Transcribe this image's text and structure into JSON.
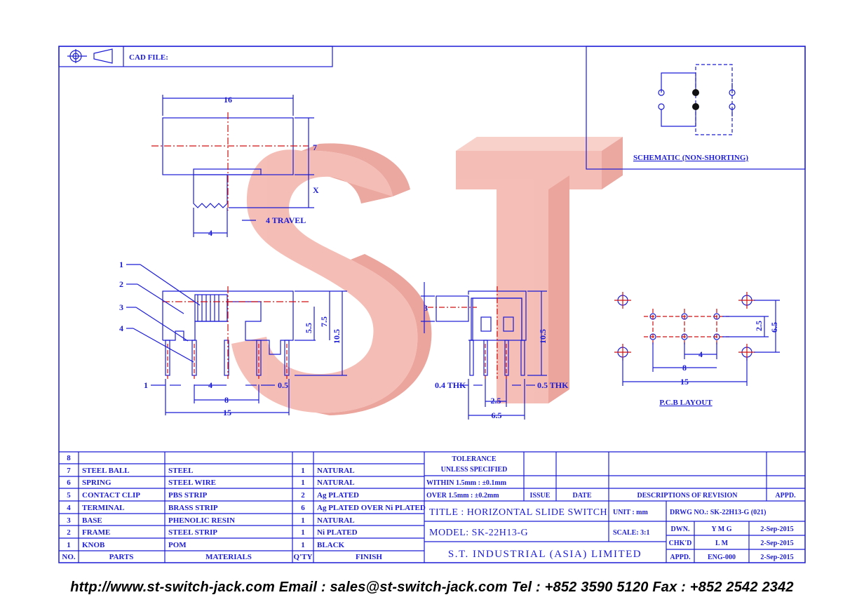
{
  "header": {
    "cad_file_label": "CAD FILE:"
  },
  "schematic": {
    "caption": "SCHEMATIC (NON-SHORTING)"
  },
  "pcb": {
    "caption": "P.C.B LAYOUT",
    "dims": [
      "2.5",
      "6.5",
      "4",
      "8",
      "15"
    ]
  },
  "top_view": {
    "dims": [
      "16",
      "7",
      "X",
      "4",
      "4 TRAVEL"
    ]
  },
  "front_view": {
    "callouts": [
      "1",
      "2",
      "3",
      "4"
    ],
    "dims": [
      "5.5",
      "7.5",
      "10.5",
      "1",
      "4",
      "0.5",
      "8",
      "15"
    ]
  },
  "side_view": {
    "dims": [
      "3",
      "10.5",
      "0.4 THK",
      "0.5 THK",
      "2.5",
      "6.5"
    ]
  },
  "watermark": {
    "text": "ST",
    "color": "#f2a9a0"
  },
  "parts_table": {
    "headers": {
      "no": "NO.",
      "parts": "PARTS",
      "materials": "MATERIALS",
      "qty": "Q'TY",
      "finish": "FINISH"
    },
    "rows": [
      {
        "no": "8",
        "part": "",
        "material": "",
        "qty": "",
        "finish": ""
      },
      {
        "no": "7",
        "part": "STEEL BALL",
        "material": "STEEL",
        "qty": "1",
        "finish": "NATURAL"
      },
      {
        "no": "6",
        "part": "SPRING",
        "material": "STEEL WIRE",
        "qty": "1",
        "finish": "NATURAL"
      },
      {
        "no": "5",
        "part": "CONTACT CLIP",
        "material": "PBS STRIP",
        "qty": "2",
        "finish": "Ag PLATED"
      },
      {
        "no": "4",
        "part": "TERMINAL",
        "material": "BRASS STRIP",
        "qty": "6",
        "finish": "Ag PLATED OVER Ni PLATED"
      },
      {
        "no": "3",
        "part": "BASE",
        "material": "PHENOLIC RESIN",
        "qty": "1",
        "finish": "NATURAL"
      },
      {
        "no": "2",
        "part": "FRAME",
        "material": "STEEL STRIP",
        "qty": "1",
        "finish": "Ni PLATED"
      },
      {
        "no": "1",
        "part": "KNOB",
        "material": "POM",
        "qty": "1",
        "finish": "BLACK"
      }
    ]
  },
  "tolerance": {
    "title1": "TOLERANCE",
    "title2": "UNLESS  SPECIFIED",
    "line1": "WITHIN 1.5mm : ±0.1mm",
    "line2": "OVER 1.5mm : ±0.2mm"
  },
  "revision_headers": {
    "issue": "ISSUE",
    "date": "DATE",
    "descriptions": "DESCRIPTIONS OF REVISION",
    "appd": "APPD."
  },
  "title_block": {
    "title": "TITLE : HORIZONTAL SLIDE SWITCH",
    "unit": "UNIT :  mm",
    "drwg_no": "DRWG NO.: SK-22H13-G (021)",
    "model": "MODEL: SK-22H13-G",
    "scale": "SCALE:  3:1",
    "company": "S.T.  INDUSTRIAL  (ASIA)  LIMITED",
    "dwn_label": "DWN.",
    "dwn_value": "Y M G",
    "dwn_date": "2-Sep-2015",
    "chk_label": "CHK'D",
    "chk_value": "L M",
    "chk_date": "2-Sep-2015",
    "appd_label": "APPD.",
    "appd_value": "ENG-000",
    "appd_date": "2-Sep-2015"
  },
  "footer": "http://www.st-switch-jack.com  Email : sales@st-switch-jack.com  Tel : +852 3590 5120  Fax : +852 2542 2342"
}
